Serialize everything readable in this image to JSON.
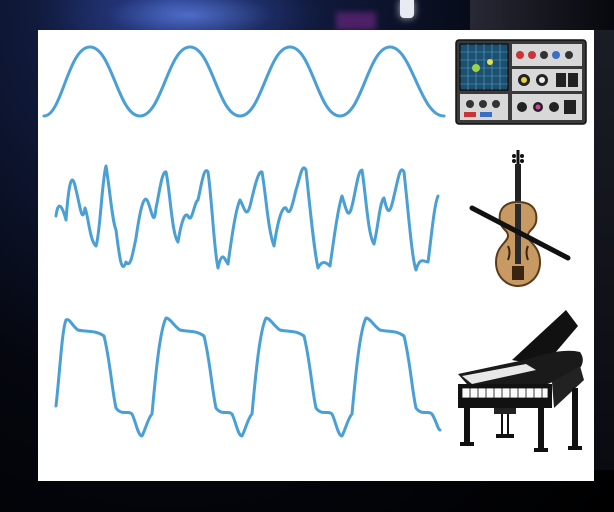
{
  "colors": {
    "wave": "#4a9fd5",
    "slide_background": "#ffffff",
    "backdrop": "#05070f"
  },
  "rows": [
    {
      "waveform": "pure-sine-waveform",
      "instrument": "synthesizer-icon"
    },
    {
      "waveform": "complex-violin-waveform",
      "instrument": "violin-icon"
    },
    {
      "waveform": "piano-waveform",
      "instrument": "grand-piano-icon"
    }
  ]
}
